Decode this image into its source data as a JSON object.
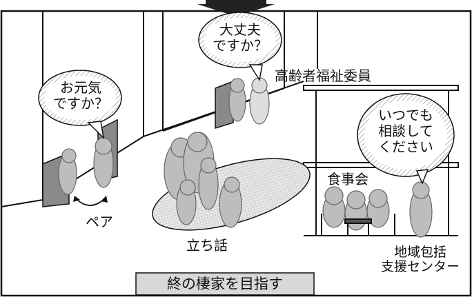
{
  "arrow": {
    "direction": "down"
  },
  "bubbles": {
    "left": "お元気\nですか？",
    "middle": "大丈夫\nですか？",
    "right": "いつでも\n相談して\nください"
  },
  "labels": {
    "welfare_commissioner": "高齢者福祉委員",
    "pair": "ペア",
    "standing_talk": "立ち話",
    "meal_gathering": "食事会",
    "support_center": "地域包括\n支援センター"
  },
  "caption": "終の棲家を目指す",
  "colors": {
    "line": "#111111",
    "figure_fill": "#bdbdbd",
    "door_fill": "#8a8a8a",
    "bubble_fill": "#ffffff",
    "bubble_hatch": "#9a9a9a",
    "caption_fill": "#d8d8d8"
  }
}
